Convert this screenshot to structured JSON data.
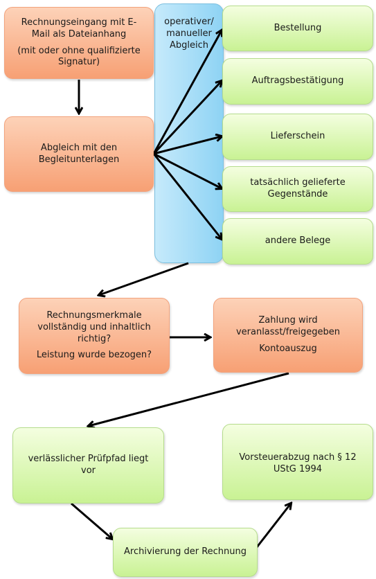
{
  "boxes": {
    "email_receipt": {
      "lines": [
        "Rechnungseingang mit E-",
        "Mail als Dateianhang"
      ],
      "note": [
        "(mit oder ohne qualifizierte",
        "Signatur)"
      ]
    },
    "reconciliation": {
      "lines": [
        "Abgleich mit den",
        "Begleitunterlagen"
      ]
    },
    "manual_check": {
      "lines": [
        "operativer/",
        "manueller",
        "Abgleich"
      ]
    },
    "order": {
      "lines": [
        "Bestellung"
      ]
    },
    "order_confirmation": {
      "lines": [
        "Auftragsbestätigung"
      ]
    },
    "delivery_note": {
      "lines": [
        "Lieferschein"
      ]
    },
    "delivered_items": {
      "lines": [
        "tatsächlich gelieferte",
        "Gegenstände"
      ]
    },
    "other_documents": {
      "lines": [
        "andere Belege"
      ]
    },
    "invoice_features": {
      "lines": [
        "Rechnungsmerkmale",
        "vollständig und inhaltlich",
        "richtig?"
      ],
      "note": [
        "Leistung wurde bezogen?"
      ]
    },
    "payment": {
      "lines": [
        "Zahlung wird",
        "veranlasst/freigegeben"
      ],
      "note": [
        "Kontoauszug"
      ]
    },
    "audit_trail": {
      "lines": [
        "verlässlicher Prüfpfad liegt",
        "vor"
      ]
    },
    "input_tax": {
      "lines": [
        "Vorsteuerabzug nach § 12",
        "UStG 1994"
      ]
    },
    "archiving": {
      "lines": [
        "Archivierung der Rechnung"
      ]
    }
  },
  "colors": {
    "orange_fill": "#f7a074",
    "green_fill": "#c9f294",
    "blue_fill": "#8ed3f4",
    "arrow": "#000000"
  }
}
